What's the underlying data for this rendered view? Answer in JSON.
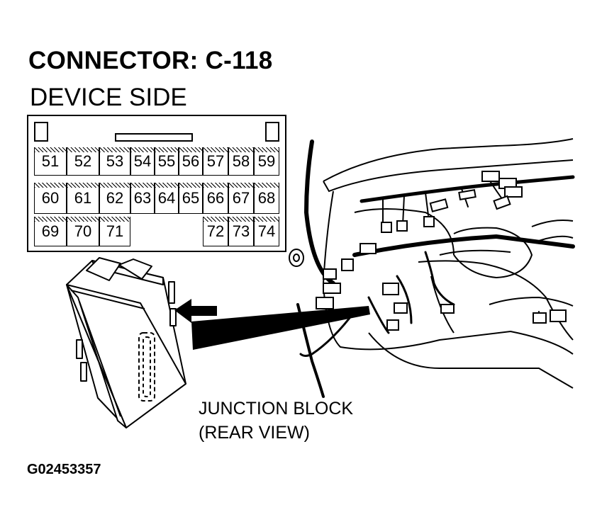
{
  "title": "CONNECTOR: C-118",
  "subtitle": "DEVICE SIDE",
  "connector": {
    "rows": [
      [
        "51",
        "52",
        "53",
        "54",
        "55",
        "56",
        "57",
        "58",
        "59"
      ],
      [
        "60",
        "61",
        "62",
        "63",
        "64",
        "65",
        "66",
        "67",
        "68"
      ],
      [
        "69",
        "70",
        "71",
        "",
        "",
        "",
        "72",
        "73",
        "74"
      ]
    ]
  },
  "callout": {
    "line1": "JUNCTION BLOCK",
    "line2": "(REAR VIEW)"
  },
  "figure_code": "G02453357"
}
